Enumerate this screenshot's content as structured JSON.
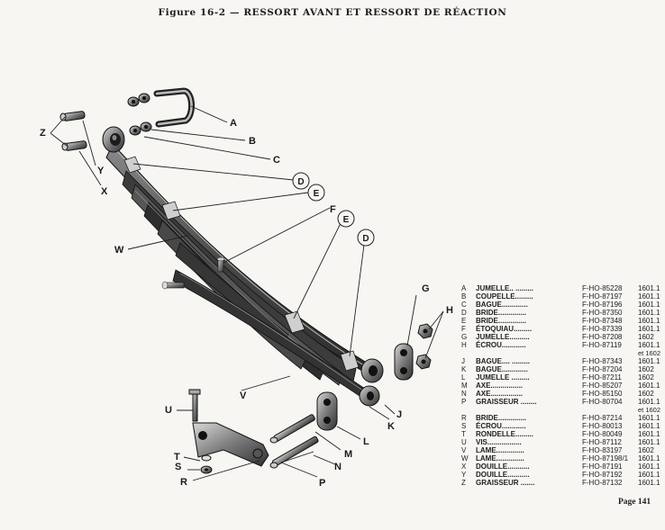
{
  "figure": {
    "title": "Figure 16-2 — RESSORT AVANT ET RESSORT DE RÉACTION"
  },
  "labels": {
    "A": "A",
    "B": "B",
    "C": "C",
    "D": "D",
    "D2": "D",
    "E": "E",
    "E2": "E",
    "F": "F",
    "G": "G",
    "H": "H",
    "J": "J",
    "K": "K",
    "L": "L",
    "M": "M",
    "N": "N",
    "P": "P",
    "R": "R",
    "S": "S",
    "T": "T",
    "U": "U",
    "V": "V",
    "W": "W",
    "X": "X",
    "Y": "Y",
    "Z": "Z"
  },
  "parts": [
    {
      "letter": "A",
      "name": "JUMELLE.. .........",
      "ref": "F-HO-85228",
      "code": "1601.1"
    },
    {
      "letter": "B",
      "name": "COUPELLE.........",
      "ref": "F-HO-87197",
      "code": "1601.1"
    },
    {
      "letter": "C",
      "name": "BAGUE.............",
      "ref": "F-HO-87196",
      "code": "1601.1"
    },
    {
      "letter": "D",
      "name": "BRIDE..............",
      "ref": "F-HO-87350",
      "code": "1601.1"
    },
    {
      "letter": "E",
      "name": "BRIDE..............",
      "ref": "F-HO-87348",
      "code": "1601.1"
    },
    {
      "letter": "F",
      "name": "ÉTOQUIAU.........",
      "ref": "F-HO-87339",
      "code": "1601.1"
    },
    {
      "letter": "G",
      "name": "JUMELLE..........",
      "ref": "F-HO-87208",
      "code": "1602"
    },
    {
      "letter": "H",
      "name": "ÉCROU............",
      "ref": "F-HO-87119",
      "code": "1601.1"
    },
    {
      "letter": "",
      "name": "",
      "ref": "",
      "code": "et 1602"
    },
    {
      "letter": "J",
      "name": "BAGUE.... .........",
      "ref": "F-HO-87343",
      "code": "1601.1"
    },
    {
      "letter": "K",
      "name": "BAGUE.............",
      "ref": "F-HO-87204",
      "code": "1602"
    },
    {
      "letter": "L",
      "name": "JUMELLE .........",
      "ref": "F-HO-87211",
      "code": "1602"
    },
    {
      "letter": "M",
      "name": "AXE................",
      "ref": "F-HO-85207",
      "code": "1601.1"
    },
    {
      "letter": "N",
      "name": "AXE................",
      "ref": "F-HO-85150",
      "code": "1602"
    },
    {
      "letter": "P",
      "name": "GRAISSEUR ........",
      "ref": "F-HO-80704",
      "code": "1601.1"
    },
    {
      "letter": "",
      "name": "",
      "ref": "",
      "code": "et 1602"
    },
    {
      "letter": "R",
      "name": "BRIDE..............",
      "ref": "F-HO-87214",
      "code": "1601.1"
    },
    {
      "letter": "S",
      "name": "ÉCROU............",
      "ref": "F-HO-80013",
      "code": "1601.1"
    },
    {
      "letter": "T",
      "name": "RONDELLE.........",
      "ref": "F-HO-80049",
      "code": "1601.1"
    },
    {
      "letter": "U",
      "name": "VIS.................",
      "ref": "F-HO-87112",
      "code": "1601.1"
    },
    {
      "letter": "V",
      "name": "LAME..............",
      "ref": "F-HO-83197",
      "code": "1602"
    },
    {
      "letter": "W",
      "name": "LAME..............",
      "ref": "F-HO-87198/1",
      "code": "1601.1"
    },
    {
      "letter": "X",
      "name": "DOUILLE...........",
      "ref": "F-HO-87191",
      "code": "1601.1"
    },
    {
      "letter": "Y",
      "name": "DOUILLE...........",
      "ref": "F-HO-87192",
      "code": "1601.1"
    },
    {
      "letter": "Z",
      "name": "GRAISSEUR .......",
      "ref": "F-HO-87132",
      "code": "1601.1"
    }
  ],
  "page": {
    "label": "Page 141"
  }
}
